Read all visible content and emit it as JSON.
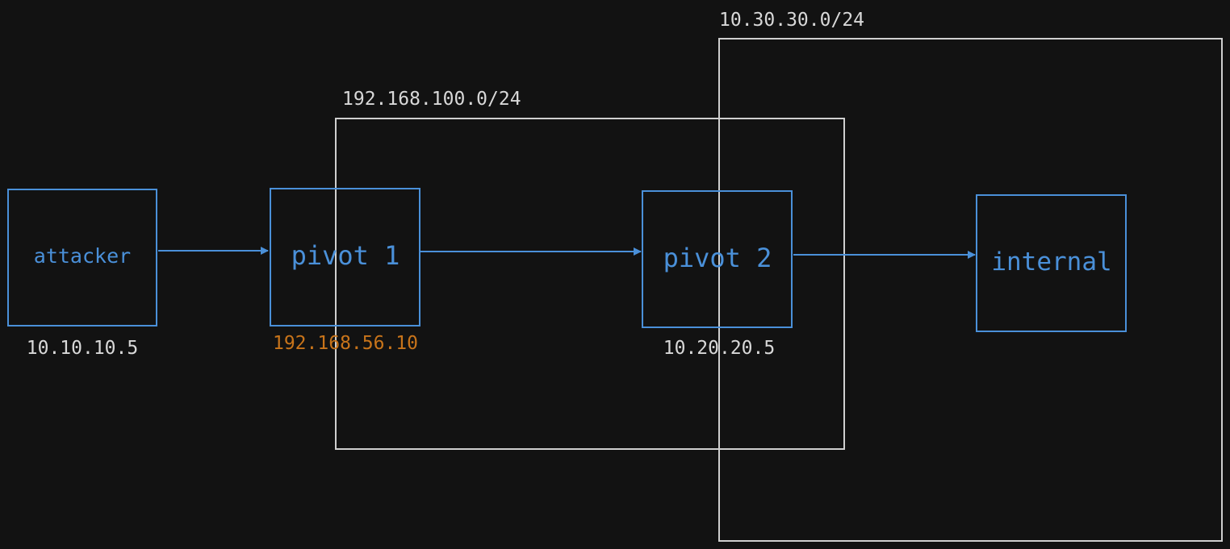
{
  "diagram": {
    "zones": [
      {
        "id": "net-10-30",
        "label": "10.30.30.0/24"
      },
      {
        "id": "net-192-168-100",
        "label": "192.168.100.0/24"
      }
    ],
    "nodes": [
      {
        "id": "attacker",
        "label": "attacker",
        "ip": "10.10.10.5"
      },
      {
        "id": "pivot1",
        "label": "pivot 1",
        "ip": "192.168.56.10"
      },
      {
        "id": "pivot2",
        "label": "pivot 2",
        "ip": "10.20.20.5"
      },
      {
        "id": "internal",
        "label": "internal"
      }
    ],
    "edges": [
      {
        "from": "attacker",
        "to": "pivot1"
      },
      {
        "from": "pivot1",
        "to": "pivot2"
      },
      {
        "from": "pivot2",
        "to": "internal"
      }
    ]
  },
  "colors": {
    "background": "#121212",
    "node_stroke": "#4a90d9",
    "zone_stroke": "#cfcfcf",
    "text_light": "#d8d8d8",
    "highlight_ip": "#c8741a"
  }
}
